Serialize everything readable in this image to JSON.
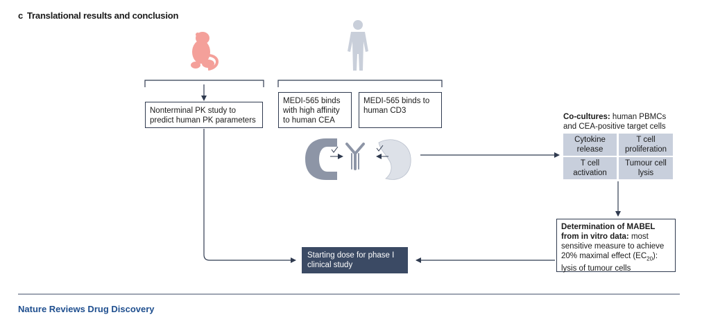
{
  "figure": {
    "panel_letter": "c",
    "title": "Translational results and conclusion"
  },
  "icons": {
    "monkey": "monkey-icon",
    "human": "human-silhouette-icon",
    "antibody": "bispecific-antibody-icon"
  },
  "boxes": {
    "pk_study": "Nonterminal PK study to predict human PK parameters",
    "binds_cea": "MEDI-565 binds with high affinity to human CEA",
    "binds_cd3": "MEDI-565 binds to human CD3",
    "cocultures_bold": "Co-cultures:",
    "cocultures_rest": " human PBMCs and CEA-positive target cells",
    "cells": {
      "cytokine": "Cytokine release",
      "proliferation": "T cell proliferation",
      "activation": "T cell activation",
      "lysis": "Tumour cell lysis"
    },
    "mabel_bold": "Determination of MABEL from in vitro data:",
    "mabel_rest": " most sensitive measure to achieve 20% maximal effect (EC",
    "mabel_sub": "20",
    "mabel_end": "): lysis of tumour cells",
    "start_dose": "Starting dose for phase I clinical study"
  },
  "footer": {
    "journal": "Nature Reviews Drug Discovery"
  },
  "colors": {
    "box_border": "#2f3a4f",
    "cell_fill": "#c8cfdc",
    "start_fill": "#3b4a64",
    "monkey": "#f4a09a",
    "human": "#c9cfda",
    "receptor": "#8d95a6",
    "footer_text": "#1f4f8f",
    "footer_rule": "#3b4a64"
  }
}
